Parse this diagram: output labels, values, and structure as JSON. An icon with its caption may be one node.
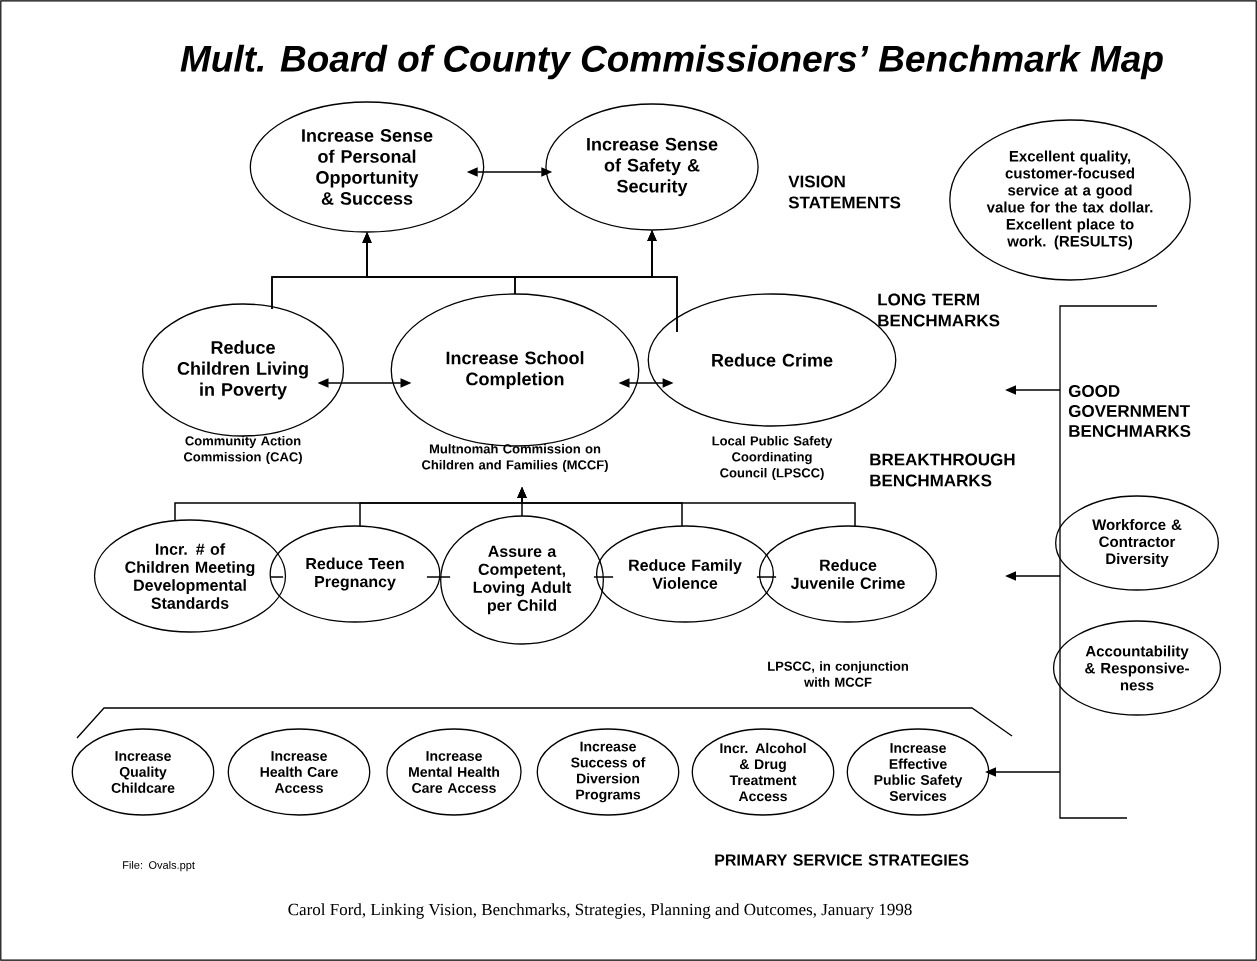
{
  "diagram": {
    "title": "Mult. Board of County Commissioners’ Benchmark Map",
    "caption": "Carol Ford, Linking Vision, Benchmarks, Strategies, Planning and Outcomes, January 1998",
    "nodes": [
      {
        "text": [
          "Increase Sense of Personal Opportunity & Success"
        ]
      },
      {
        "text": [
          "Increase Sense of Safety & Security"
        ]
      },
      {
        "text": [
          "Excellent quality, customer-focused service at a good value for the tax dollar. Excellent place to work. (RESULTS)"
        ]
      },
      {
        "text": [
          "Reduce Children Living in Poverty"
        ],
        "beside": [
          "Community Action Commission (CAC)"
        ]
      },
      {
        "text": [
          "Increase School Completion"
        ],
        "beside": [
          "Multnomah Commission on Children and Families (MCCF)"
        ]
      },
      {
        "text": [
          "Reduce Crime"
        ],
        "beside": [
          "Local Public Safety Coordinating Council (LPSCC)"
        ]
      },
      {
        "text": [
          "Incr. # of Children Meeting Developmental Standards"
        ]
      },
      {
        "text": [
          "Reduce Teen Pregnancy"
        ]
      },
      {
        "text": [
          "Assure a Competent, Loving Adult per Child"
        ]
      },
      {
        "text": [
          "Reduce Family Violence"
        ]
      },
      {
        "text": [
          "Reduce Juvenile Crime"
        ],
        "beside": [
          "LPSCC, in conjunction with MCCF"
        ]
      },
      {
        "text": [
          "GOOD GOVERNMENT BENCHMARKS"
        ]
      },
      {
        "text": [
          "Workforce & Contractor Diversity"
        ]
      },
      {
        "text": [
          "Accountability & Responsive-ness"
        ]
      },
      {
        "text": [
          "Increase Quality Childcare"
        ]
      },
      {
        "text": [
          "Increase Health Care Access"
        ]
      },
      {
        "text": [
          "Increase Mental Health Care Access"
        ]
      },
      {
        "text": [
          "Increase Success of Diversion Programs"
        ]
      },
      {
        "text": [
          "Incr. Alcohol & Drug Treatment Access"
        ]
      },
      {
        "text": [
          "Increase Effective Public Safety Services"
        ]
      }
    ],
    "edges": [
      {
        "from": 0,
        "to": 1,
        "arrow": "both"
      },
      {
        "from": 3,
        "to": 0,
        "arrow": "to"
      },
      {
        "from": 3,
        "to": 1,
        "arrow": "to"
      },
      {
        "from": 4,
        "to": 0,
        "arrow": "to"
      },
      {
        "from": 4,
        "to": 1,
        "arrow": "to"
      },
      {
        "from": 5,
        "to": 0,
        "arrow": "to"
      },
      {
        "from": 5,
        "to": 1,
        "arrow": "to"
      },
      {
        "from": 3,
        "to": 4,
        "arrow": "both"
      },
      {
        "from": 4,
        "to": 5,
        "arrow": "both"
      },
      {
        "from": 6,
        "to": 4,
        "arrow": "to"
      },
      {
        "from": 7,
        "to": 4,
        "arrow": "to"
      },
      {
        "from": 8,
        "to": 4,
        "arrow": "to"
      },
      {
        "from": 9,
        "to": 4,
        "arrow": "to"
      },
      {
        "from": 10,
        "to": 4,
        "arrow": "to"
      },
      {
        "from": 6,
        "to": 7,
        "arrow": "none"
      },
      {
        "from": 7,
        "to": 8,
        "arrow": "none"
      },
      {
        "from": 8,
        "to": 9,
        "arrow": "none"
      },
      {
        "from": 9,
        "to": 10,
        "arrow": "none"
      },
      {
        "from": 11,
        "to": null,
        "arrow": "to"
      },
      {
        "from": 11,
        "to": null,
        "arrow": "to"
      },
      {
        "from": 11,
        "to": 19,
        "arrow": "to"
      }
    ],
    "labels": [
      "VISION STATEMENTS",
      "LONG TERM BENCHMARKS",
      "BREAKTHROUGH BENCHMARKS",
      "PRIMARY SERVICE STRATEGIES",
      "File: Ovals.ppt"
    ]
  }
}
